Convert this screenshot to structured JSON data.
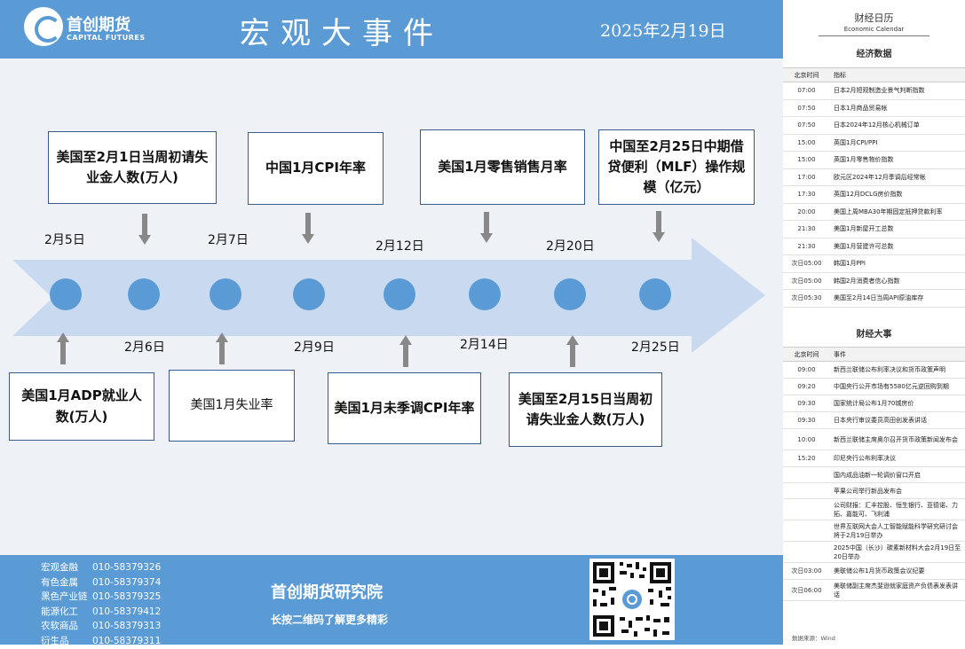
{
  "header": {
    "logo_cn": "首创期货",
    "logo_en": "CAPITAL FUTURES",
    "title": "宏观大事件",
    "date": "2025年2月19日"
  },
  "timeline": {
    "dates_top": [
      "2月5日",
      "2月7日",
      "2月12日",
      "2月20日"
    ],
    "dates_bottom": [
      "2月6日",
      "2月9日",
      "2月14日",
      "2月25日"
    ],
    "cards_top": [
      "美国至2月1日当周初请失业金人数(万人)",
      "中国1月CPI年率",
      "美国1月零售销售月率",
      "中国至2月25日中期借贷便利（MLF）操作规模（亿元）"
    ],
    "cards_bottom": [
      "美国1月ADP就业人数(万人)",
      "美国1月失业率",
      "美国1月未季调CPI年率",
      "美国至2月15日当周初请失业金人数(万人)"
    ]
  },
  "footer": {
    "contacts": [
      {
        "label": "宏观金融",
        "phone": "010-58379326"
      },
      {
        "label": "有色金属",
        "phone": "010-58379374"
      },
      {
        "label": "黑色产业链",
        "phone": "010-58379325"
      },
      {
        "label": "能源化工",
        "phone": "010-58379412"
      },
      {
        "label": "农软商品",
        "phone": "010-58379313"
      },
      {
        "label": "衍生品",
        "phone": "010-58379311"
      }
    ],
    "institute": "首创期货研究院",
    "scan_text": "长按二维码了解更多精彩"
  },
  "calendar": {
    "title": "财经日历",
    "subtitle": "Economic Calendar",
    "data_title": "经济数据",
    "col_time": "北京时间",
    "col_indicator": "指标",
    "data_rows": [
      {
        "time": "07:00",
        "text": "日本2月短观制造业景气判断指数"
      },
      {
        "time": "07:50",
        "text": "日本1月商品贸易帐"
      },
      {
        "time": "07:50",
        "text": "日本2024年12月核心机械订单"
      },
      {
        "time": "15:00",
        "text": "英国1月CPI/PPI"
      },
      {
        "time": "15:00",
        "text": "英国1月零售物价指数"
      },
      {
        "time": "17:00",
        "text": "欧元区2024年12月季调后经常帐"
      },
      {
        "time": "17:30",
        "text": "英国12月DCLG房价指数"
      },
      {
        "time": "20:00",
        "text": "美国上周MBA30年期固定抵押贷款利率"
      },
      {
        "time": "21:30",
        "text": "美国1月新屋开工总数"
      },
      {
        "time": "21:30",
        "text": "美国1月营建许可总数"
      },
      {
        "time": "次日05:00",
        "text": "韩国1月PPI"
      },
      {
        "time": "次日05:00",
        "text": "韩国2月消费者信心指数"
      },
      {
        "time": "次日05:30",
        "text": "美国至2月14日当周API原油库存"
      }
    ],
    "events_title": "财经大事",
    "col_event": "事件",
    "event_rows": [
      {
        "time": "09:00",
        "text": "新西兰联储公布利率决议和货币政策声明"
      },
      {
        "time": "09:20",
        "text": "中国央行公开市场有5580亿元逆回购到期"
      },
      {
        "time": "09:30",
        "text": "国家统计局公布1月70城房价"
      },
      {
        "time": "09:30",
        "text": "日本央行审议委员高田创发表讲话"
      },
      {
        "time": "10:00",
        "text": "新西兰联储主席奥尔召开货币政策新闻发布会"
      },
      {
        "time": "15:20",
        "text": "印尼央行公布利率决议"
      },
      {
        "time": "",
        "text": "国内成品油新一轮调价窗口开启"
      },
      {
        "time": "",
        "text": "苹果公司举行新品发布会"
      },
      {
        "time": "",
        "text": "公司财报：汇丰控股、恒生银行、亚德诺、力拓、嘉能可、飞利浦"
      },
      {
        "time": "",
        "text": "世界互联网大会人工智能赋能科学研究研讨会将于2月19日举办"
      },
      {
        "time": "",
        "text": "2025中国（长沙）碳素新材料大会2月19日至20日举办"
      },
      {
        "time": "次日03:00",
        "text": "美联储公布1月货币政策会议纪要"
      },
      {
        "time": "次日06:00",
        "text": "美联储副主席杰斐逊就家庭资产负债表发表讲话"
      }
    ],
    "source": "数据来源：Wind"
  }
}
